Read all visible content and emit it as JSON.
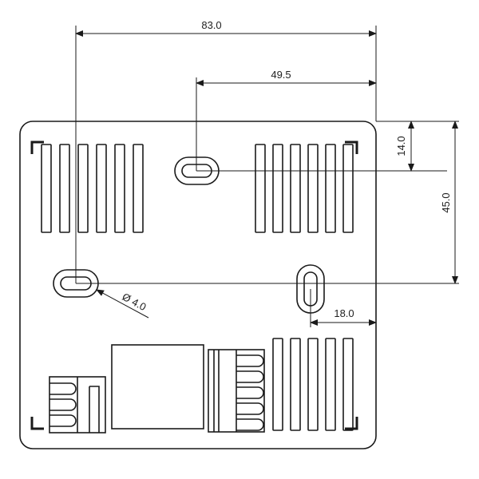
{
  "drawing": {
    "stroke_color": "#1a1a1a",
    "fill_color": "#ffffff"
  },
  "dimensions": {
    "total_width": "83.0",
    "slot_offset_horizontal": "49.5",
    "slot_offset_vertical": "14.0",
    "hole_vertical_spacing": "45.0",
    "hole_offset_right": "18.0",
    "hole_diameter": "Ø 4.0"
  }
}
